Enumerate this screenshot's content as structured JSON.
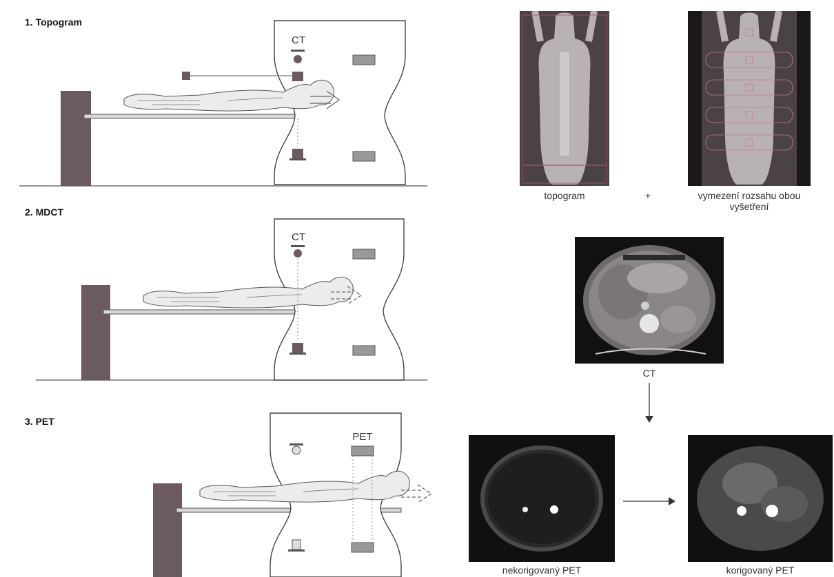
{
  "sections": [
    {
      "title": "1. Topogram",
      "scanner_label": "CT"
    },
    {
      "title": "2. MDCT",
      "scanner_label": "CT"
    },
    {
      "title": "3. PET",
      "scanner_label_left": "",
      "scanner_label": "PET"
    }
  ],
  "topogram_caption": "topogram",
  "plus_sign": "+",
  "range_caption_line1": "vymezení rozsahu obou",
  "range_caption_line2": "vyšetření",
  "ct_caption": "CT",
  "pet_uncorrected_caption": "nekorigovaný PET",
  "pet_corrected_caption": "korigovaný PET",
  "colors": {
    "line": "#555555",
    "column": "#6b5a5e",
    "detector": "#7a5f66",
    "scan_dark": "#3a3234",
    "pet_bg": "#101010",
    "range_line": "#b0506a"
  }
}
